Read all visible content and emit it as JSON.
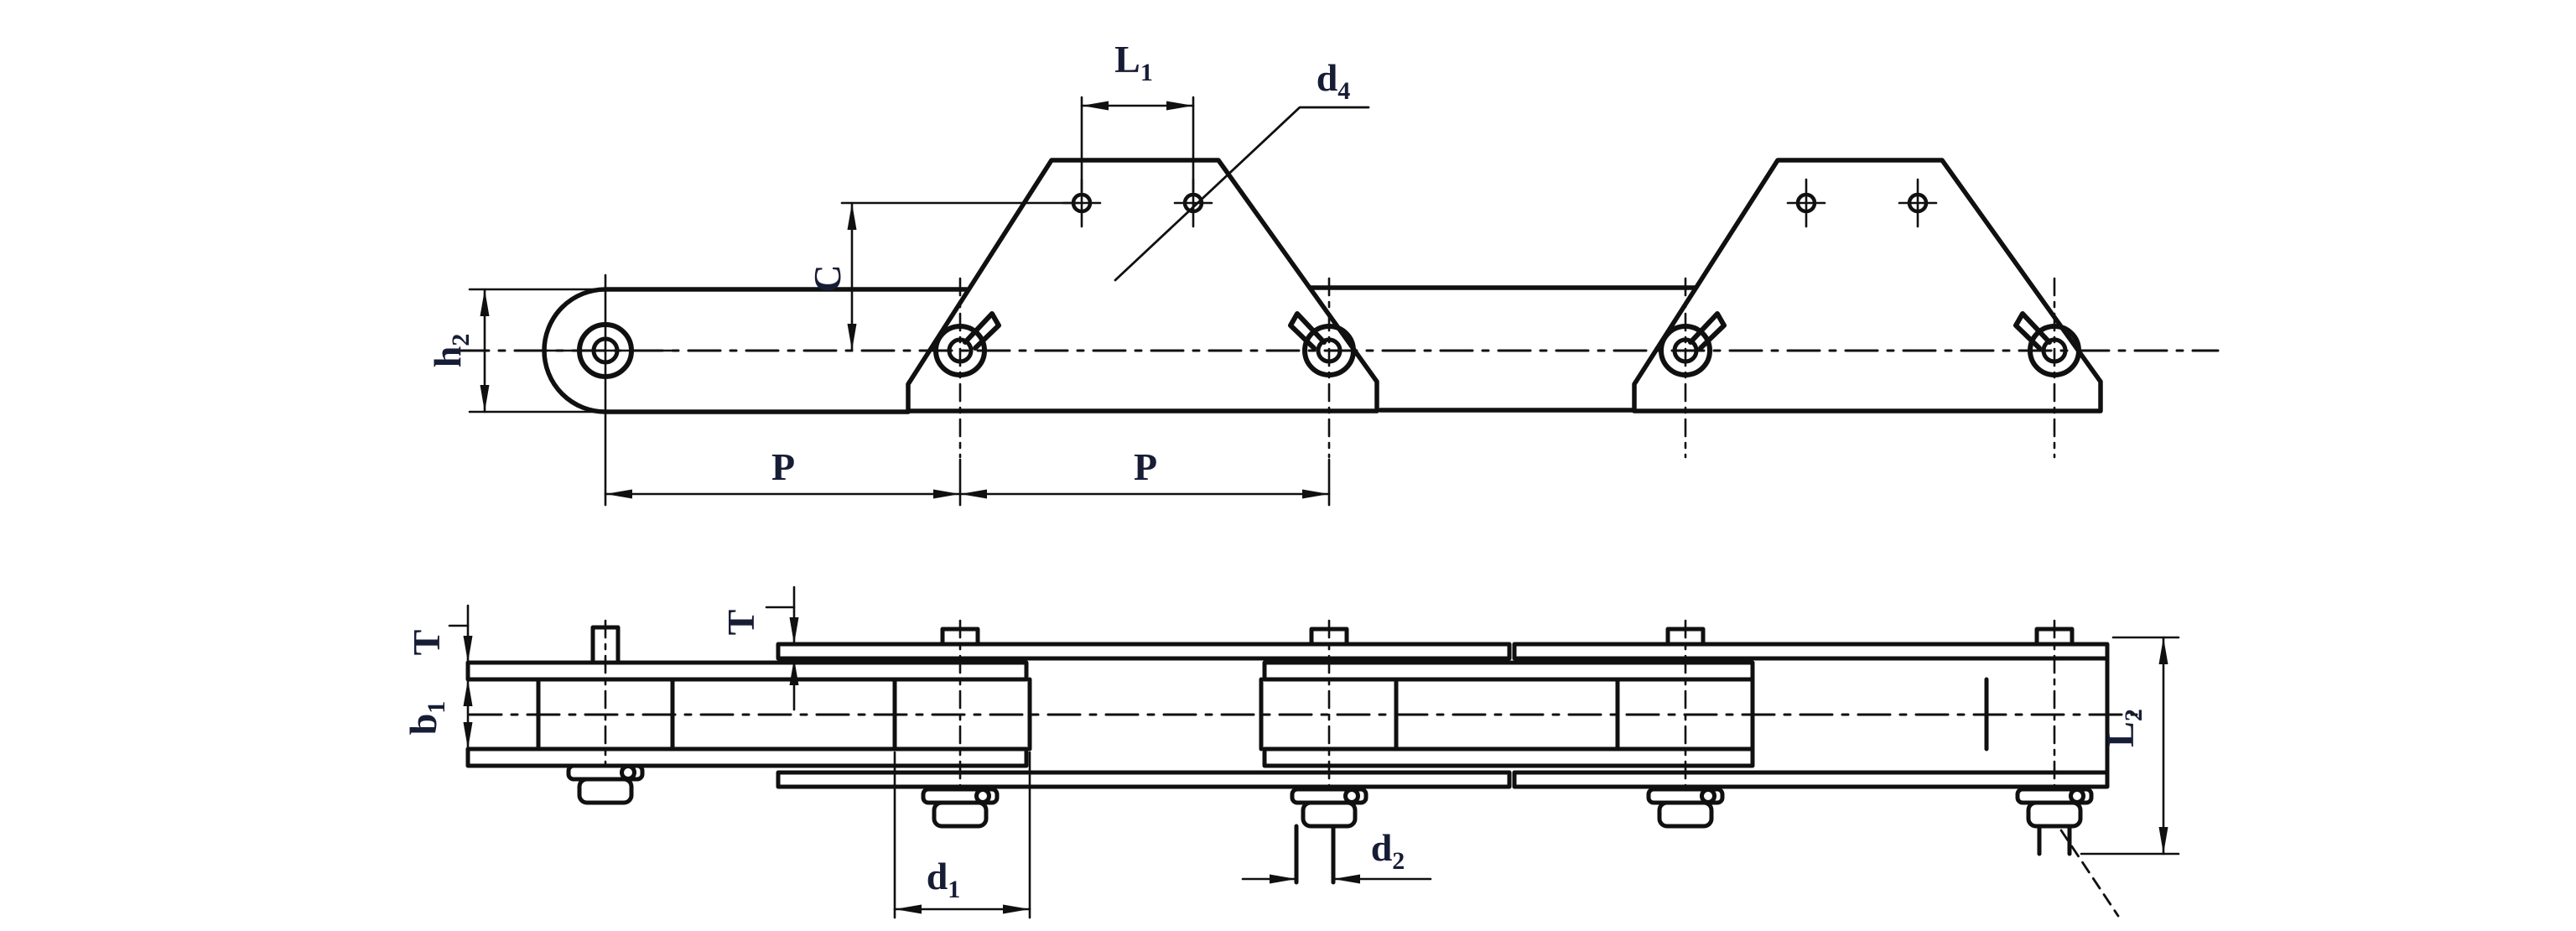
{
  "drawing": {
    "kind": "engineering-diagram",
    "colors": {
      "line": "#101010",
      "label": "#181d36",
      "background": "#ffffff"
    },
    "labels": {
      "h2": {
        "main": "h",
        "sub": "2"
      },
      "c": {
        "main": "C",
        "sub": ""
      },
      "l1": {
        "main": "L",
        "sub": "1"
      },
      "d4": {
        "main": "d",
        "sub": "4"
      },
      "p_left": {
        "main": "P",
        "sub": ""
      },
      "p_right": {
        "main": "P",
        "sub": ""
      },
      "t_left": {
        "main": "T",
        "sub": ""
      },
      "t_mid": {
        "main": "T",
        "sub": ""
      },
      "b1": {
        "main": "b",
        "sub": "1"
      },
      "d1": {
        "main": "d",
        "sub": "1"
      },
      "d2": {
        "main": "d",
        "sub": "2"
      },
      "l2": {
        "main": "L",
        "sub": "2"
      }
    }
  }
}
